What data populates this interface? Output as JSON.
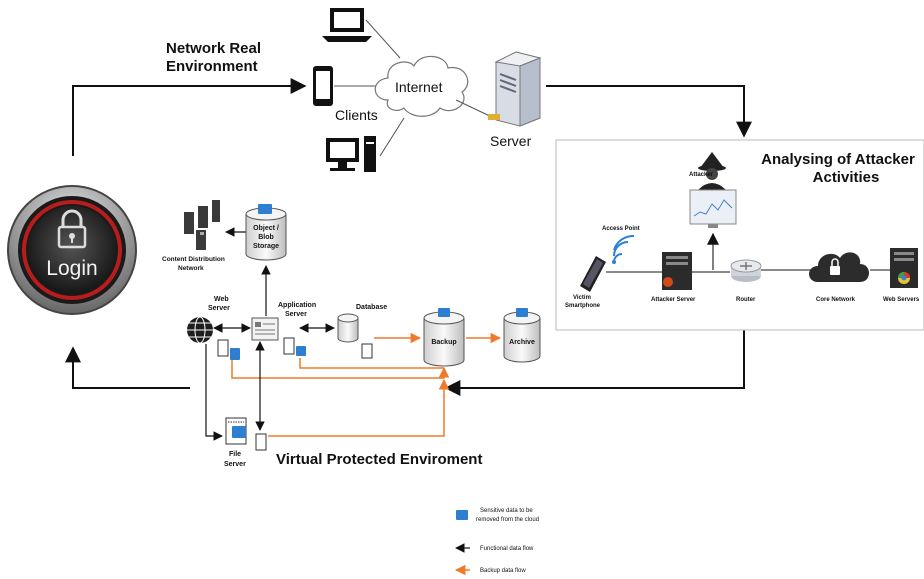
{
  "network_real": {
    "title_line1": "Network Real",
    "title_line2": "Environment"
  },
  "clients_label": "Clients",
  "internet_label": "Internet",
  "server_label": "Server",
  "login_label": "Login",
  "attacker_panel": {
    "title_line1": "Analysing of Attacker",
    "title_line2": "Activities",
    "attacker": "Attacker",
    "access_point": "Access Point",
    "victim_line1": "Victim",
    "victim_line2": "Smartphone",
    "attacker_server": "Attacker Server",
    "router": "Router",
    "core_network": "Core Network",
    "web_servers": "Web Servers"
  },
  "virtual": {
    "content_dist_line1": "Content Distribution",
    "content_dist_line2": "Network",
    "object_line1": "Object /",
    "object_line2": "Blob",
    "object_line3": "Storage",
    "web_server_line1": "Web",
    "web_server_line2": "Server",
    "app_server_line1": "Application",
    "app_server_line2": "Server",
    "database": "Database",
    "backup": "Backup",
    "archive": "Archive",
    "file_server_line1": "File",
    "file_server_line2": "Server",
    "title": "Virtual Protected Enviroment"
  },
  "legend": {
    "sensitive_line1": "Sensitive data to be",
    "sensitive_line2": "removed from the cloud",
    "functional": "Functional data flow",
    "backup": "Backup data flow"
  },
  "colors": {
    "backup_flow": "#f07a2a",
    "sensitive": "#2f7fd1",
    "login_ring": "#b81c1c"
  }
}
